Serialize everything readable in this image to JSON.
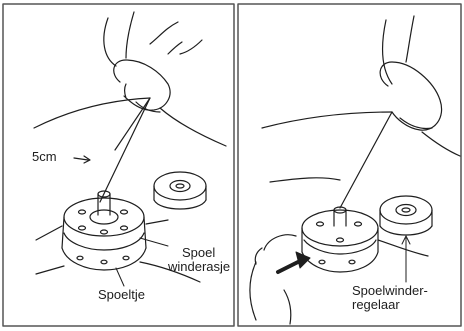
{
  "panels": [
    {
      "id": "left",
      "labels": {
        "thread_length": "5cm",
        "spindle": [
          "Spoel",
          "winderasje"
        ],
        "bobbin": "Spoeltje"
      }
    },
    {
      "id": "right",
      "labels": {
        "stopper": [
          "Spoelwinder-",
          "regelaar"
        ]
      }
    }
  ],
  "colors": {
    "line": "#1e1e1e",
    "background": "#ffffff",
    "frame": "#555555"
  }
}
